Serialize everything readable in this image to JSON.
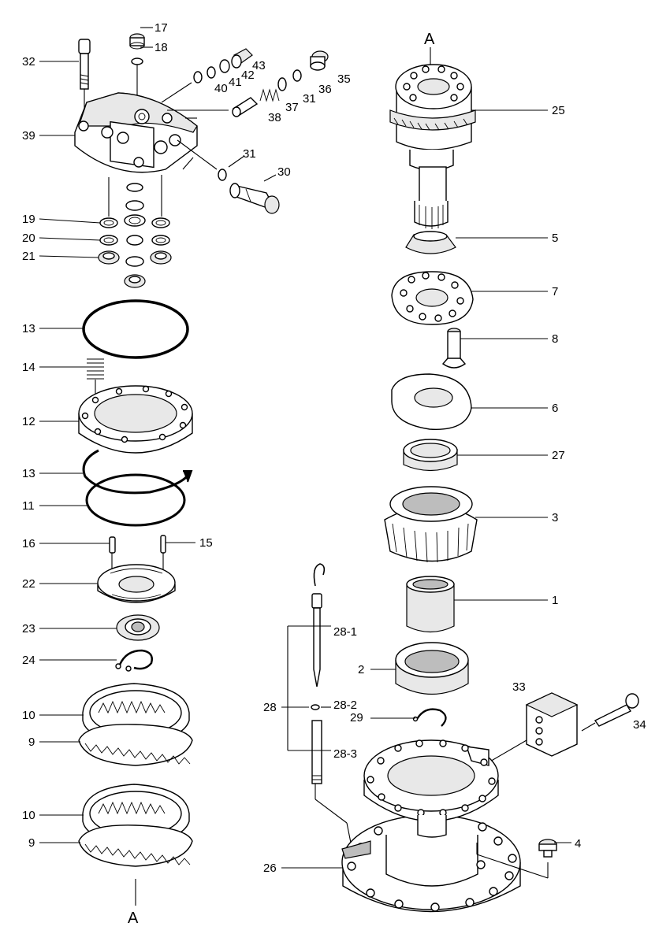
{
  "callouts": [
    {
      "id": "32",
      "text": "32"
    },
    {
      "id": "17",
      "text": "17"
    },
    {
      "id": "18",
      "text": "18"
    },
    {
      "id": "43",
      "text": "43"
    },
    {
      "id": "42",
      "text": "42"
    },
    {
      "id": "41",
      "text": "41"
    },
    {
      "id": "40",
      "text": "40"
    },
    {
      "id": "35",
      "text": "35"
    },
    {
      "id": "36",
      "text": "36"
    },
    {
      "id": "31a",
      "text": "31"
    },
    {
      "id": "37",
      "text": "37"
    },
    {
      "id": "38",
      "text": "38"
    },
    {
      "id": "39",
      "text": "39"
    },
    {
      "id": "31b",
      "text": "31"
    },
    {
      "id": "30",
      "text": "30"
    },
    {
      "id": "19",
      "text": "19"
    },
    {
      "id": "20",
      "text": "20"
    },
    {
      "id": "21",
      "text": "21"
    },
    {
      "id": "13a",
      "text": "13"
    },
    {
      "id": "14",
      "text": "14"
    },
    {
      "id": "12",
      "text": "12"
    },
    {
      "id": "13b",
      "text": "13"
    },
    {
      "id": "11",
      "text": "11"
    },
    {
      "id": "16",
      "text": "16"
    },
    {
      "id": "15",
      "text": "15"
    },
    {
      "id": "22",
      "text": "22"
    },
    {
      "id": "23",
      "text": "23"
    },
    {
      "id": "24",
      "text": "24"
    },
    {
      "id": "10a",
      "text": "10"
    },
    {
      "id": "9a",
      "text": "9"
    },
    {
      "id": "10b",
      "text": "10"
    },
    {
      "id": "9b",
      "text": "9"
    },
    {
      "id": "25",
      "text": "25"
    },
    {
      "id": "5",
      "text": "5"
    },
    {
      "id": "7",
      "text": "7"
    },
    {
      "id": "8",
      "text": "8"
    },
    {
      "id": "6",
      "text": "6"
    },
    {
      "id": "27",
      "text": "27"
    },
    {
      "id": "3",
      "text": "3"
    },
    {
      "id": "1",
      "text": "1"
    },
    {
      "id": "2",
      "text": "2"
    },
    {
      "id": "28-1",
      "text": "28-1"
    },
    {
      "id": "28",
      "text": "28"
    },
    {
      "id": "28-2",
      "text": "28-2"
    },
    {
      "id": "29",
      "text": "29"
    },
    {
      "id": "28-3",
      "text": "28-3"
    },
    {
      "id": "33",
      "text": "33"
    },
    {
      "id": "34",
      "text": "34"
    },
    {
      "id": "4",
      "text": "4"
    },
    {
      "id": "26",
      "text": "26"
    }
  ],
  "markers": {
    "top": "A",
    "bottom": "A"
  }
}
